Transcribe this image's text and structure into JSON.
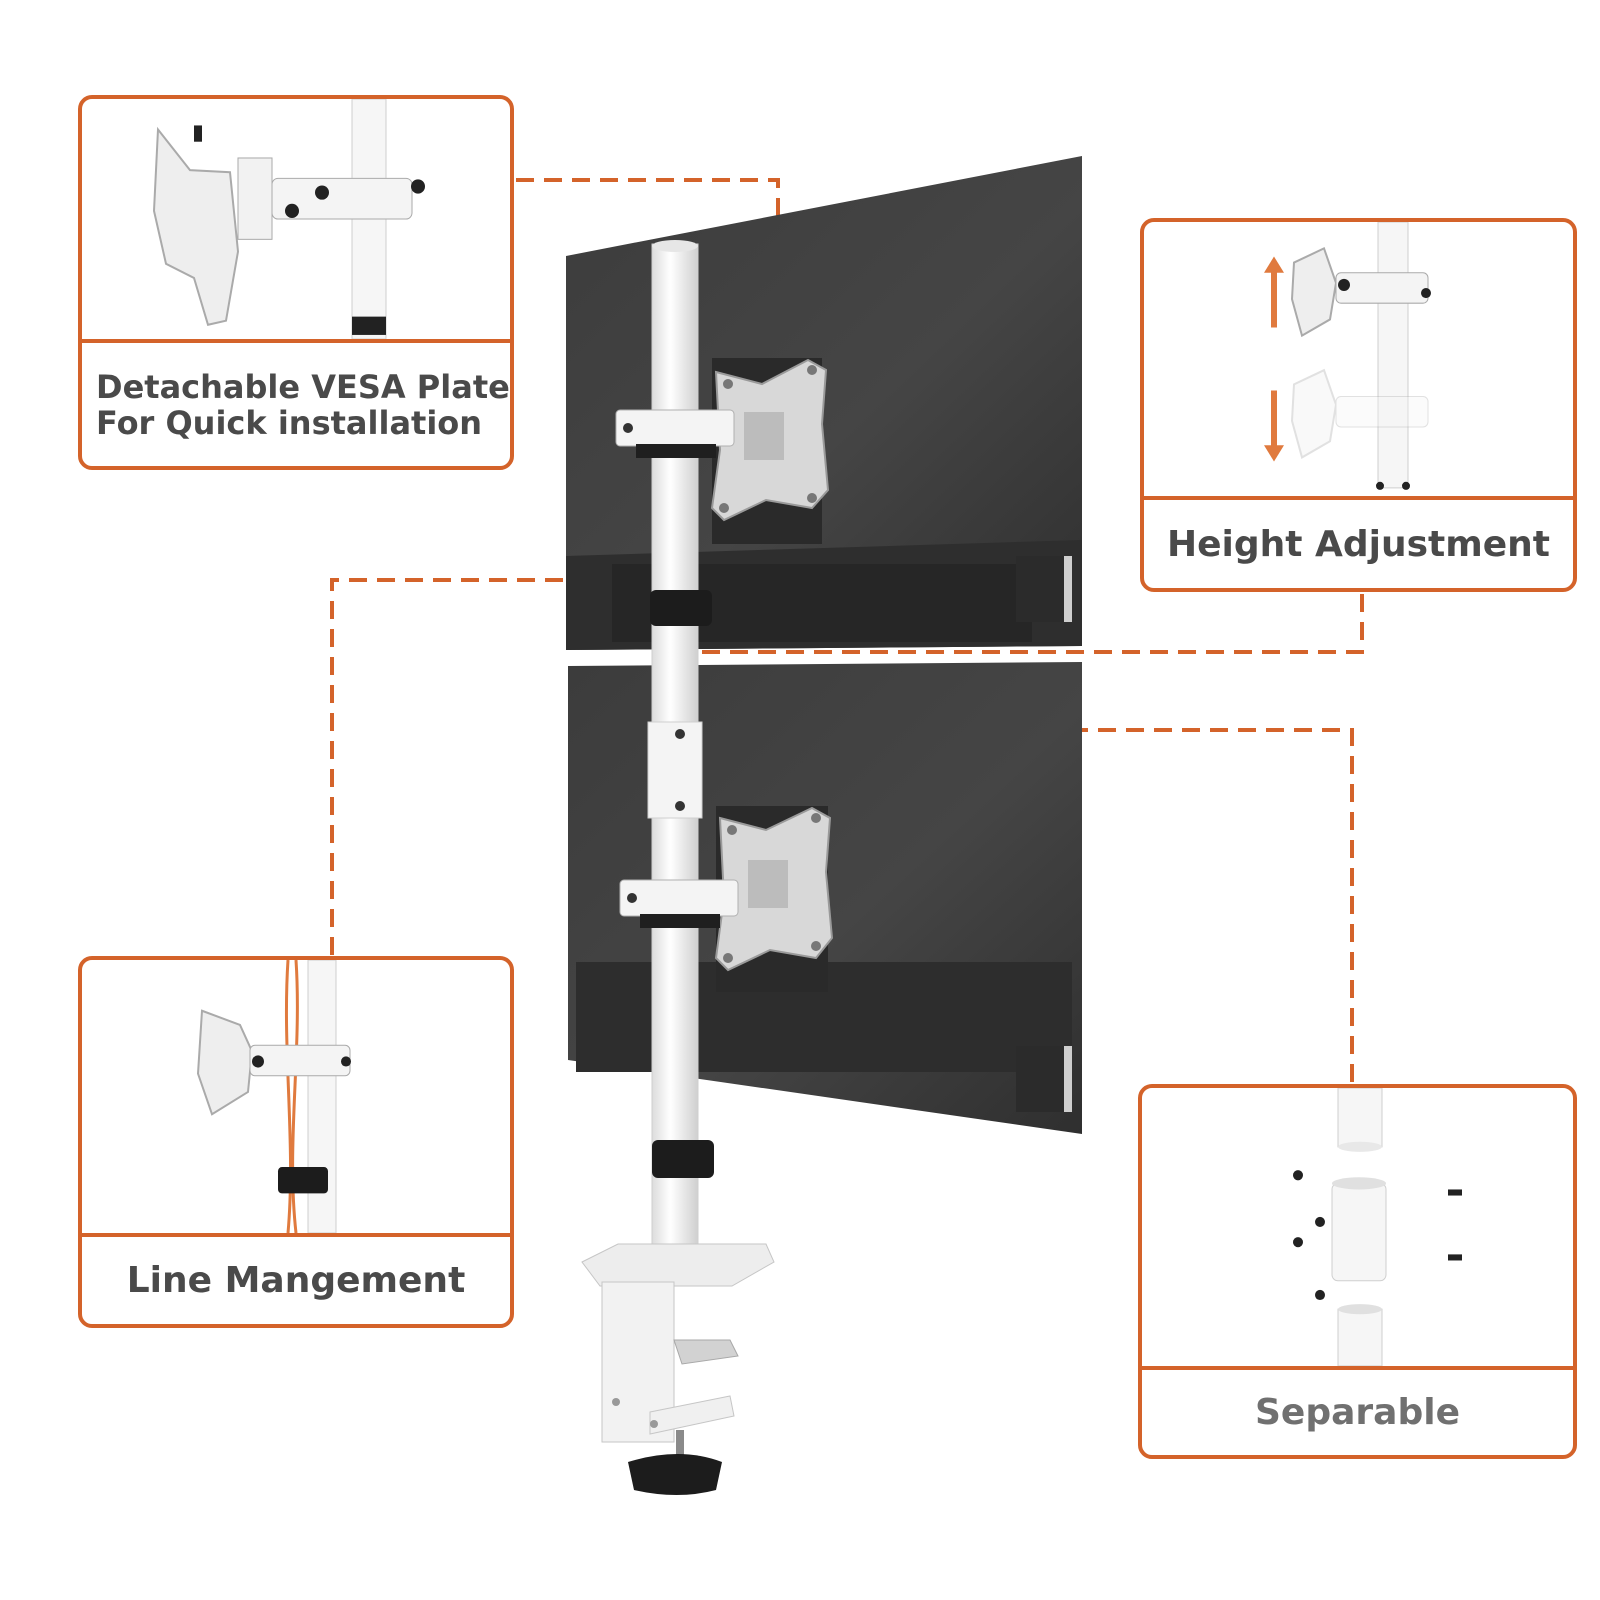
{
  "callouts": {
    "vesa": {
      "line1": "Detachable VESA Plate",
      "line2": "For Quick installation"
    },
    "height": {
      "label": "Height Adjustment"
    },
    "line": {
      "label": "Line Mangement"
    },
    "separable": {
      "label": "Separable"
    }
  },
  "colors": {
    "accent": "#d4632a",
    "monitor": "#3a3a3a",
    "pole": "#ffffff",
    "text": "#4a4a4a"
  }
}
